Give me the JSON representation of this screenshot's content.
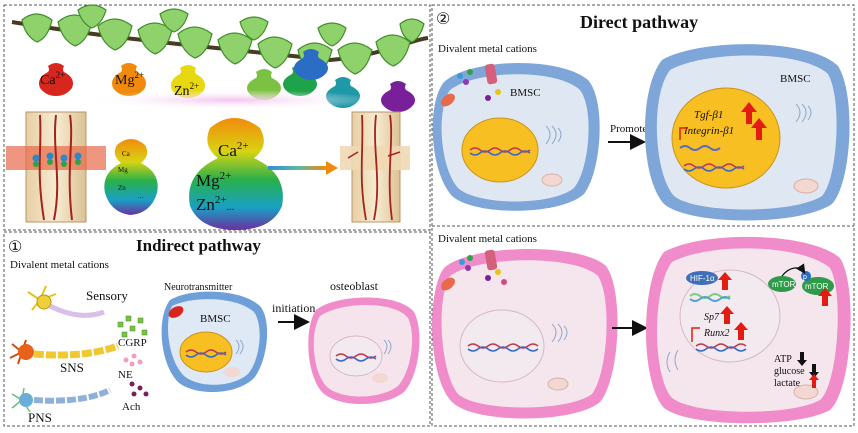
{
  "top_left": {
    "ions": {
      "ca": "Ca",
      "mg": "Mg",
      "zn": "Zn",
      "charge": "2+"
    },
    "small_gourd": {
      "ca": "Ca",
      "mg": "Mg",
      "zn": "Zn",
      "charge": "2+",
      "dots": "..."
    },
    "big_gourd": {
      "ca": "Ca",
      "mg": "Mg",
      "zn": "Zn",
      "charge": "2+",
      "dots": "..."
    }
  },
  "indirect": {
    "number": "①",
    "title": "Indirect pathway",
    "subtitle": "Divalent metal cations",
    "nerves": {
      "sensory": "Sensory",
      "sns": "SNS",
      "pns": "PNS"
    },
    "molecules": {
      "cgrp": "CGRP",
      "ne": "NE",
      "ach": "Ach"
    },
    "neurotransmitter": "Neurotransmitter",
    "bmsc": "BMSC",
    "initiation": "initiation",
    "osteoblast": "osteoblast"
  },
  "direct": {
    "number": "②",
    "title": "Direct pathway",
    "top": {
      "subtitle": "Divalent metal cations",
      "bmsc_left": "BMSC",
      "bmsc_right": "BMSC",
      "promote": "Promote",
      "tgf": "Tgf-β1",
      "integrin": "Integrin-β1"
    },
    "bottom": {
      "subtitle": "Divalent metal cations",
      "hif": "HIF-1α",
      "sp7": "Sp7",
      "runx2": "Runx2",
      "mtor_left": "mTOR",
      "mtor_right": "mTOR",
      "p": "p",
      "atp": "ATP",
      "glucose": "glucose",
      "lactate": "lactate"
    }
  },
  "colors": {
    "ca": "#d7261e",
    "mg": "#f08a0c",
    "zn": "#d8c40a",
    "leaf": "#8fd16a",
    "leaf_dark": "#3f8d2b",
    "cell_blue": "#7fa6d8",
    "cell_pink": "#f08cc9",
    "nucleus": "#f7bf22",
    "arrow_up": "#e31c12"
  }
}
